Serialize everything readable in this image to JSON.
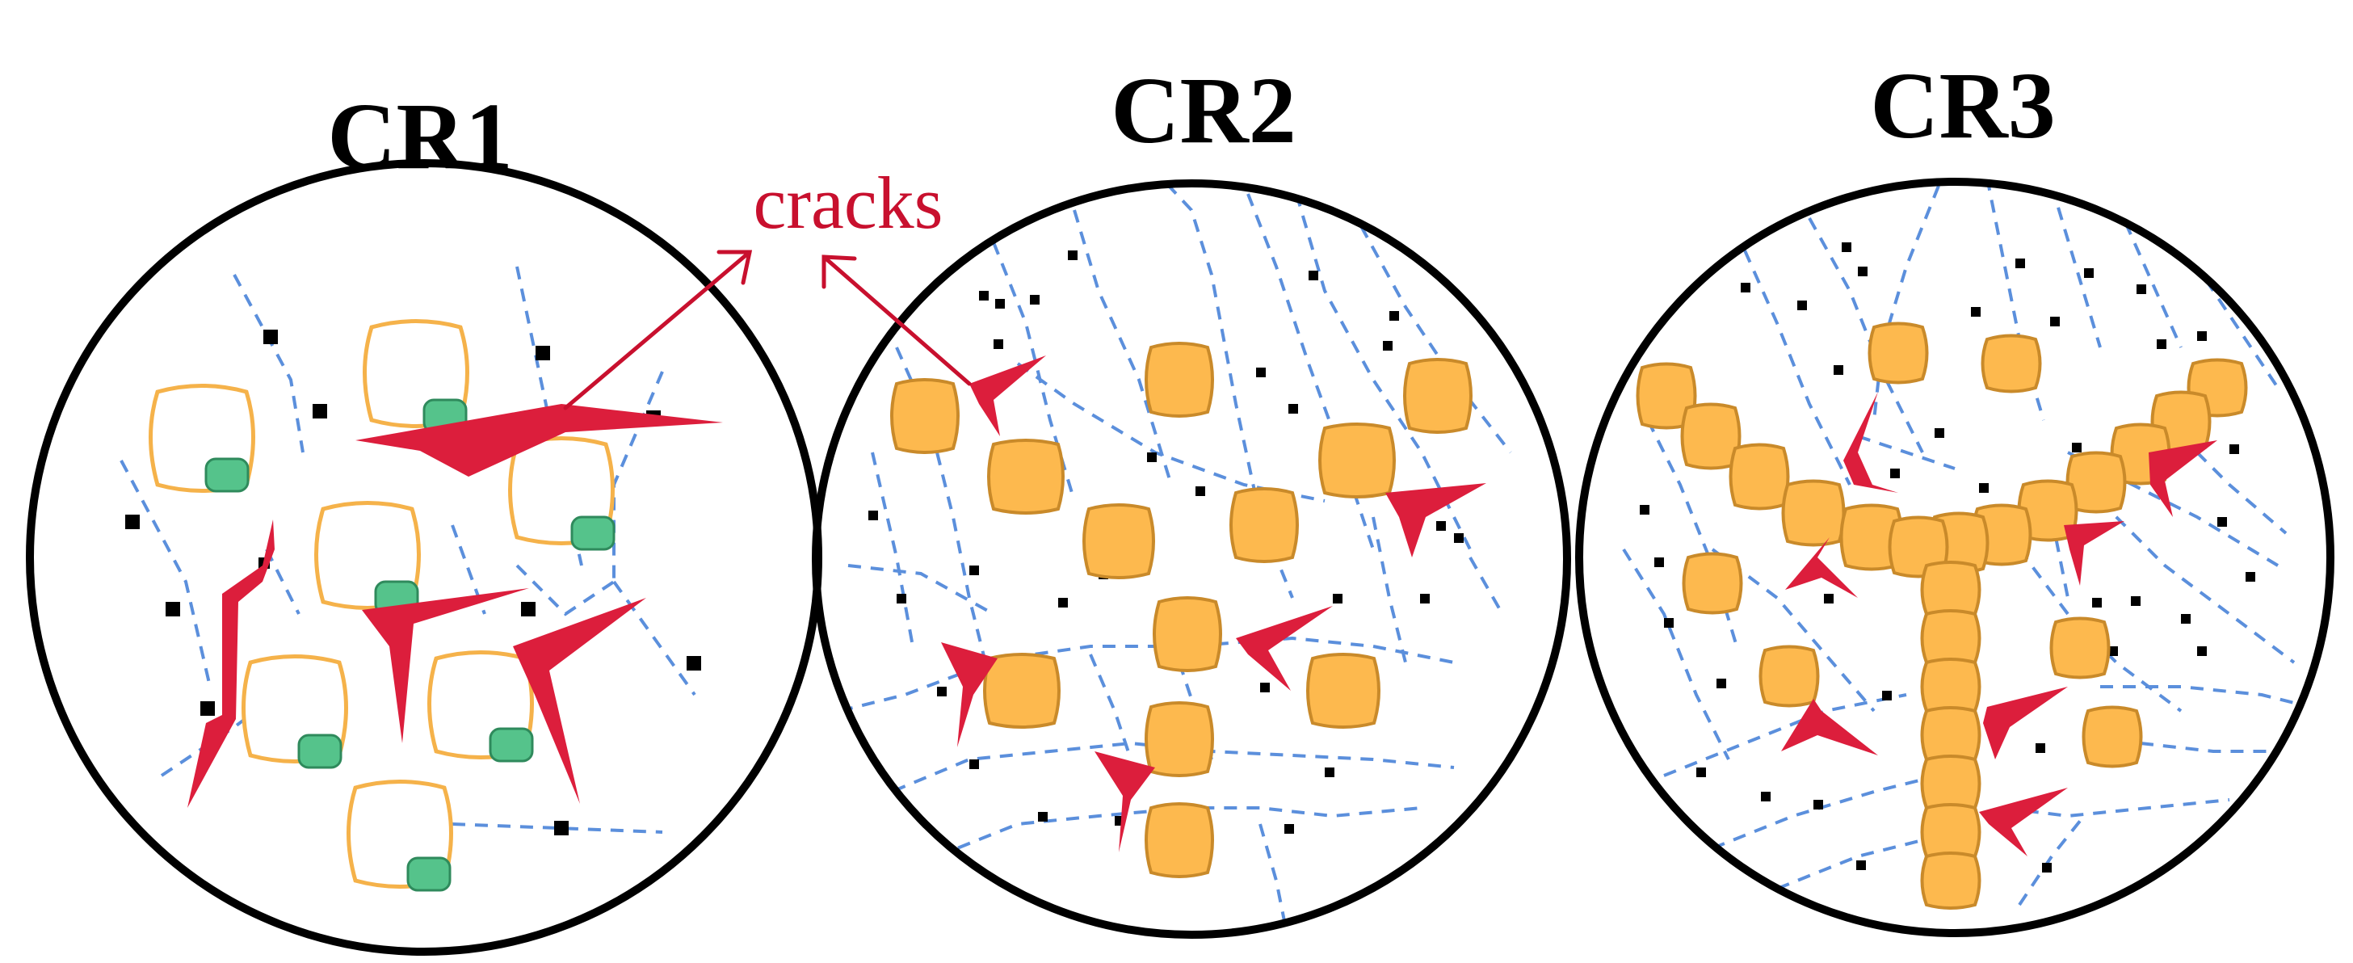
{
  "figure": {
    "panels": [
      {
        "id": "cr1",
        "title": "CR1"
      },
      {
        "id": "cr2",
        "title": "CR2"
      },
      {
        "id": "cr3",
        "title": "CR3"
      }
    ],
    "annotation": {
      "label": "cracks"
    }
  },
  "colors": {
    "circle_outline": "#000000",
    "crack": "#dc1e3c",
    "crack_dark": "#b5122c",
    "dashed_boundary": "#5b8fdc",
    "particle_fill": "#fdb94e",
    "particle_stroke": "#c98a2a",
    "empty_cell_stroke": "#f5b24a",
    "green_particle": "#55c38b",
    "green_particle_stroke": "#2f8a5c",
    "dot": "#000000",
    "annotation_text": "#c8102e"
  },
  "icons": {
    "crack_marker": "red-crack-arrowhead",
    "particle": "orange-rounded-barrel",
    "empty_cell": "orange-outlined-cell",
    "green_particle": "green-rounded-rect",
    "dot": "black-square-dot"
  }
}
